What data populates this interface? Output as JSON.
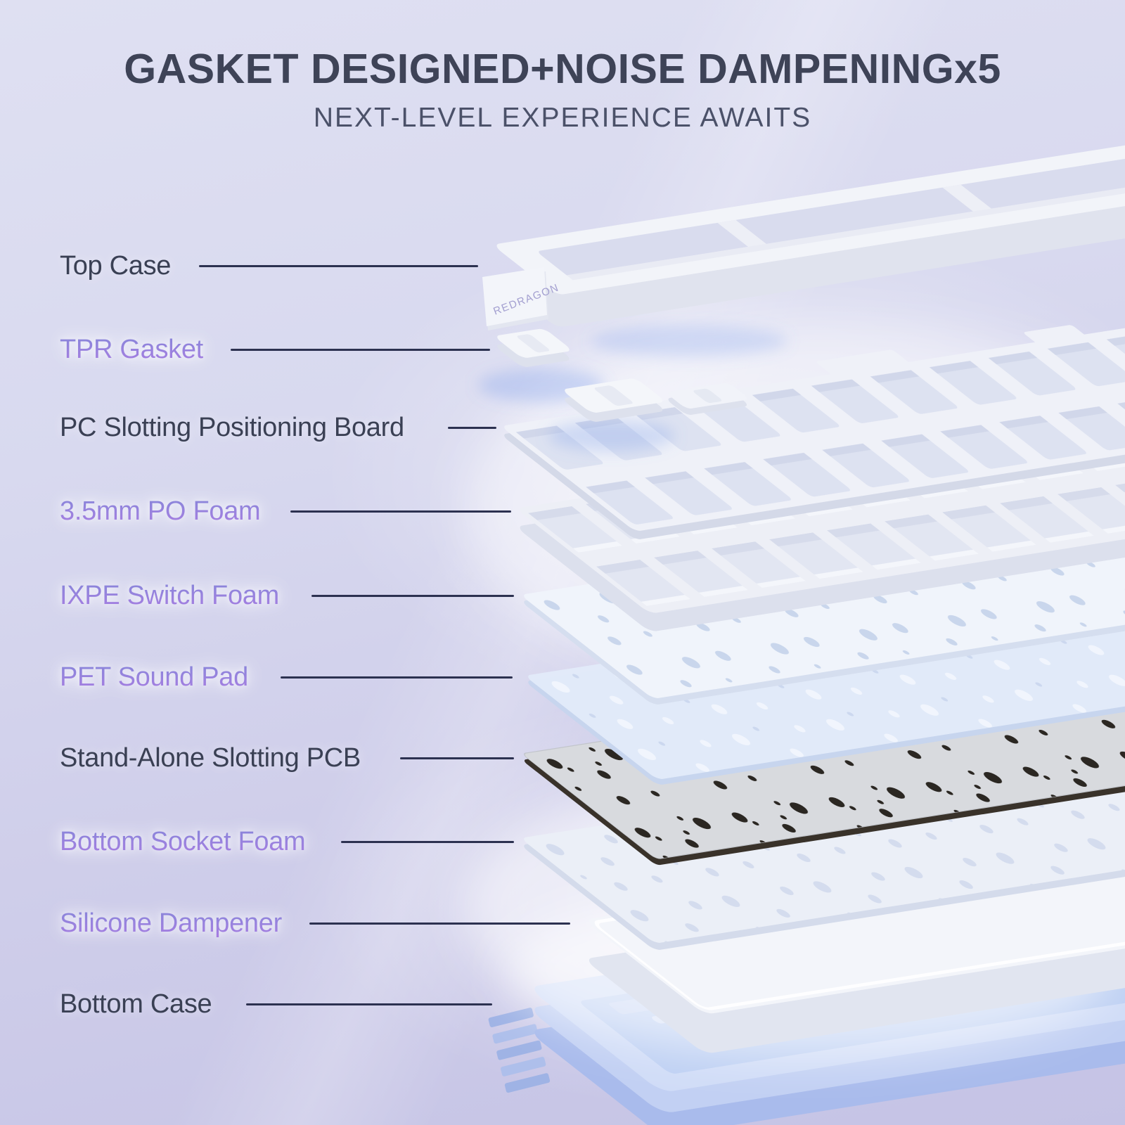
{
  "header": {
    "title": "GASKET DESIGNED+NOISE DAMPENINGx5",
    "subtitle": "NEXT-LEVEL EXPERIENCE AWAITS"
  },
  "brand": "REDRAGON",
  "diagram": {
    "type": "exploded-keyboard-layers",
    "layers": [
      {
        "label": "Top Case",
        "emphasis": "dark"
      },
      {
        "label": "TPR Gasket",
        "emphasis": "purple"
      },
      {
        "label": "PC Slotting Positioning Board",
        "emphasis": "dark"
      },
      {
        "label": "3.5mm PO Foam",
        "emphasis": "purple"
      },
      {
        "label": "IXPE Switch Foam",
        "emphasis": "purple"
      },
      {
        "label": "PET Sound Pad",
        "emphasis": "purple"
      },
      {
        "label": "Stand-Alone Slotting PCB",
        "emphasis": "dark"
      },
      {
        "label": "Bottom Socket Foam",
        "emphasis": "purple"
      },
      {
        "label": "Silicone Dampener",
        "emphasis": "purple"
      },
      {
        "label": "Bottom Case",
        "emphasis": "dark"
      }
    ]
  },
  "colors": {
    "background_top": "#dfe0f2",
    "background_bottom": "#c5c3e5",
    "title_text": "#3e4357",
    "label_dark": "#3a4054",
    "label_purple_top": "#8286d8",
    "label_purple_bottom": "#aa7ae2",
    "pointer_line": "#2c3150",
    "case_white": "#f2f4f9",
    "bottom_case_blue": "#d0dcf7",
    "pcb_edge_dark": "#39322a"
  }
}
